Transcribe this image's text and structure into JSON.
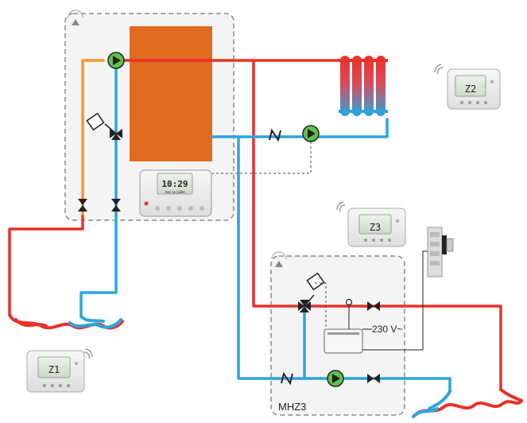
{
  "controller": {
    "time": "10:29",
    "date": "mar 11 juillet"
  },
  "thermostats": [
    {
      "zone": "Z1"
    },
    {
      "zone": "Z2"
    },
    {
      "zone": "Z3"
    }
  ],
  "module": {
    "name": "MHZ3",
    "voltage": "230 V~"
  },
  "colors": {
    "hot": "#e8322a",
    "cold": "#2aa6dc",
    "return_mix": "#f39a2c",
    "boiler": "#e06a1f",
    "pump": "#5fc24a",
    "panel_border": "#8a8a8a"
  }
}
